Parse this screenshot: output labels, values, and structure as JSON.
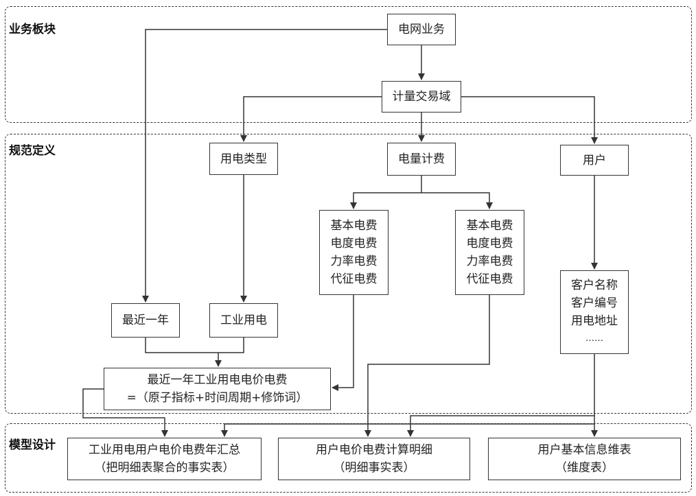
{
  "sections": {
    "business": "业务板块",
    "standard": "规范定义",
    "model": "模型设计"
  },
  "nodes": {
    "grid_business": "电网业务",
    "metering_trade_domain": "计量交易域",
    "electricity_type": "用电类型",
    "energy_billing": "电量计费",
    "user": "用户",
    "fee_list_left": [
      "基本电费",
      "电度电费",
      "力率电费",
      "代征电费"
    ],
    "fee_list_right": [
      "基本电费",
      "电度电费",
      "力率电费",
      "代征电费"
    ],
    "user_attributes": [
      "客户名称",
      "客户编号",
      "用电地址",
      "……"
    ],
    "recent_year": "最近一年",
    "industrial_electricity": "工业用电",
    "indicator_definition": [
      "最近一年工业用电电价电费",
      "=（原子指标+时间周期+修饰词）"
    ],
    "summary_table": [
      "工业用电用户电价电费年汇总",
      "（把明细表聚合的事实表）"
    ],
    "detail_table": [
      "用户电价电费计算明细",
      "（明细事实表）"
    ],
    "dimension_table": [
      "用户基本信息维表",
      "（维度表）"
    ]
  }
}
